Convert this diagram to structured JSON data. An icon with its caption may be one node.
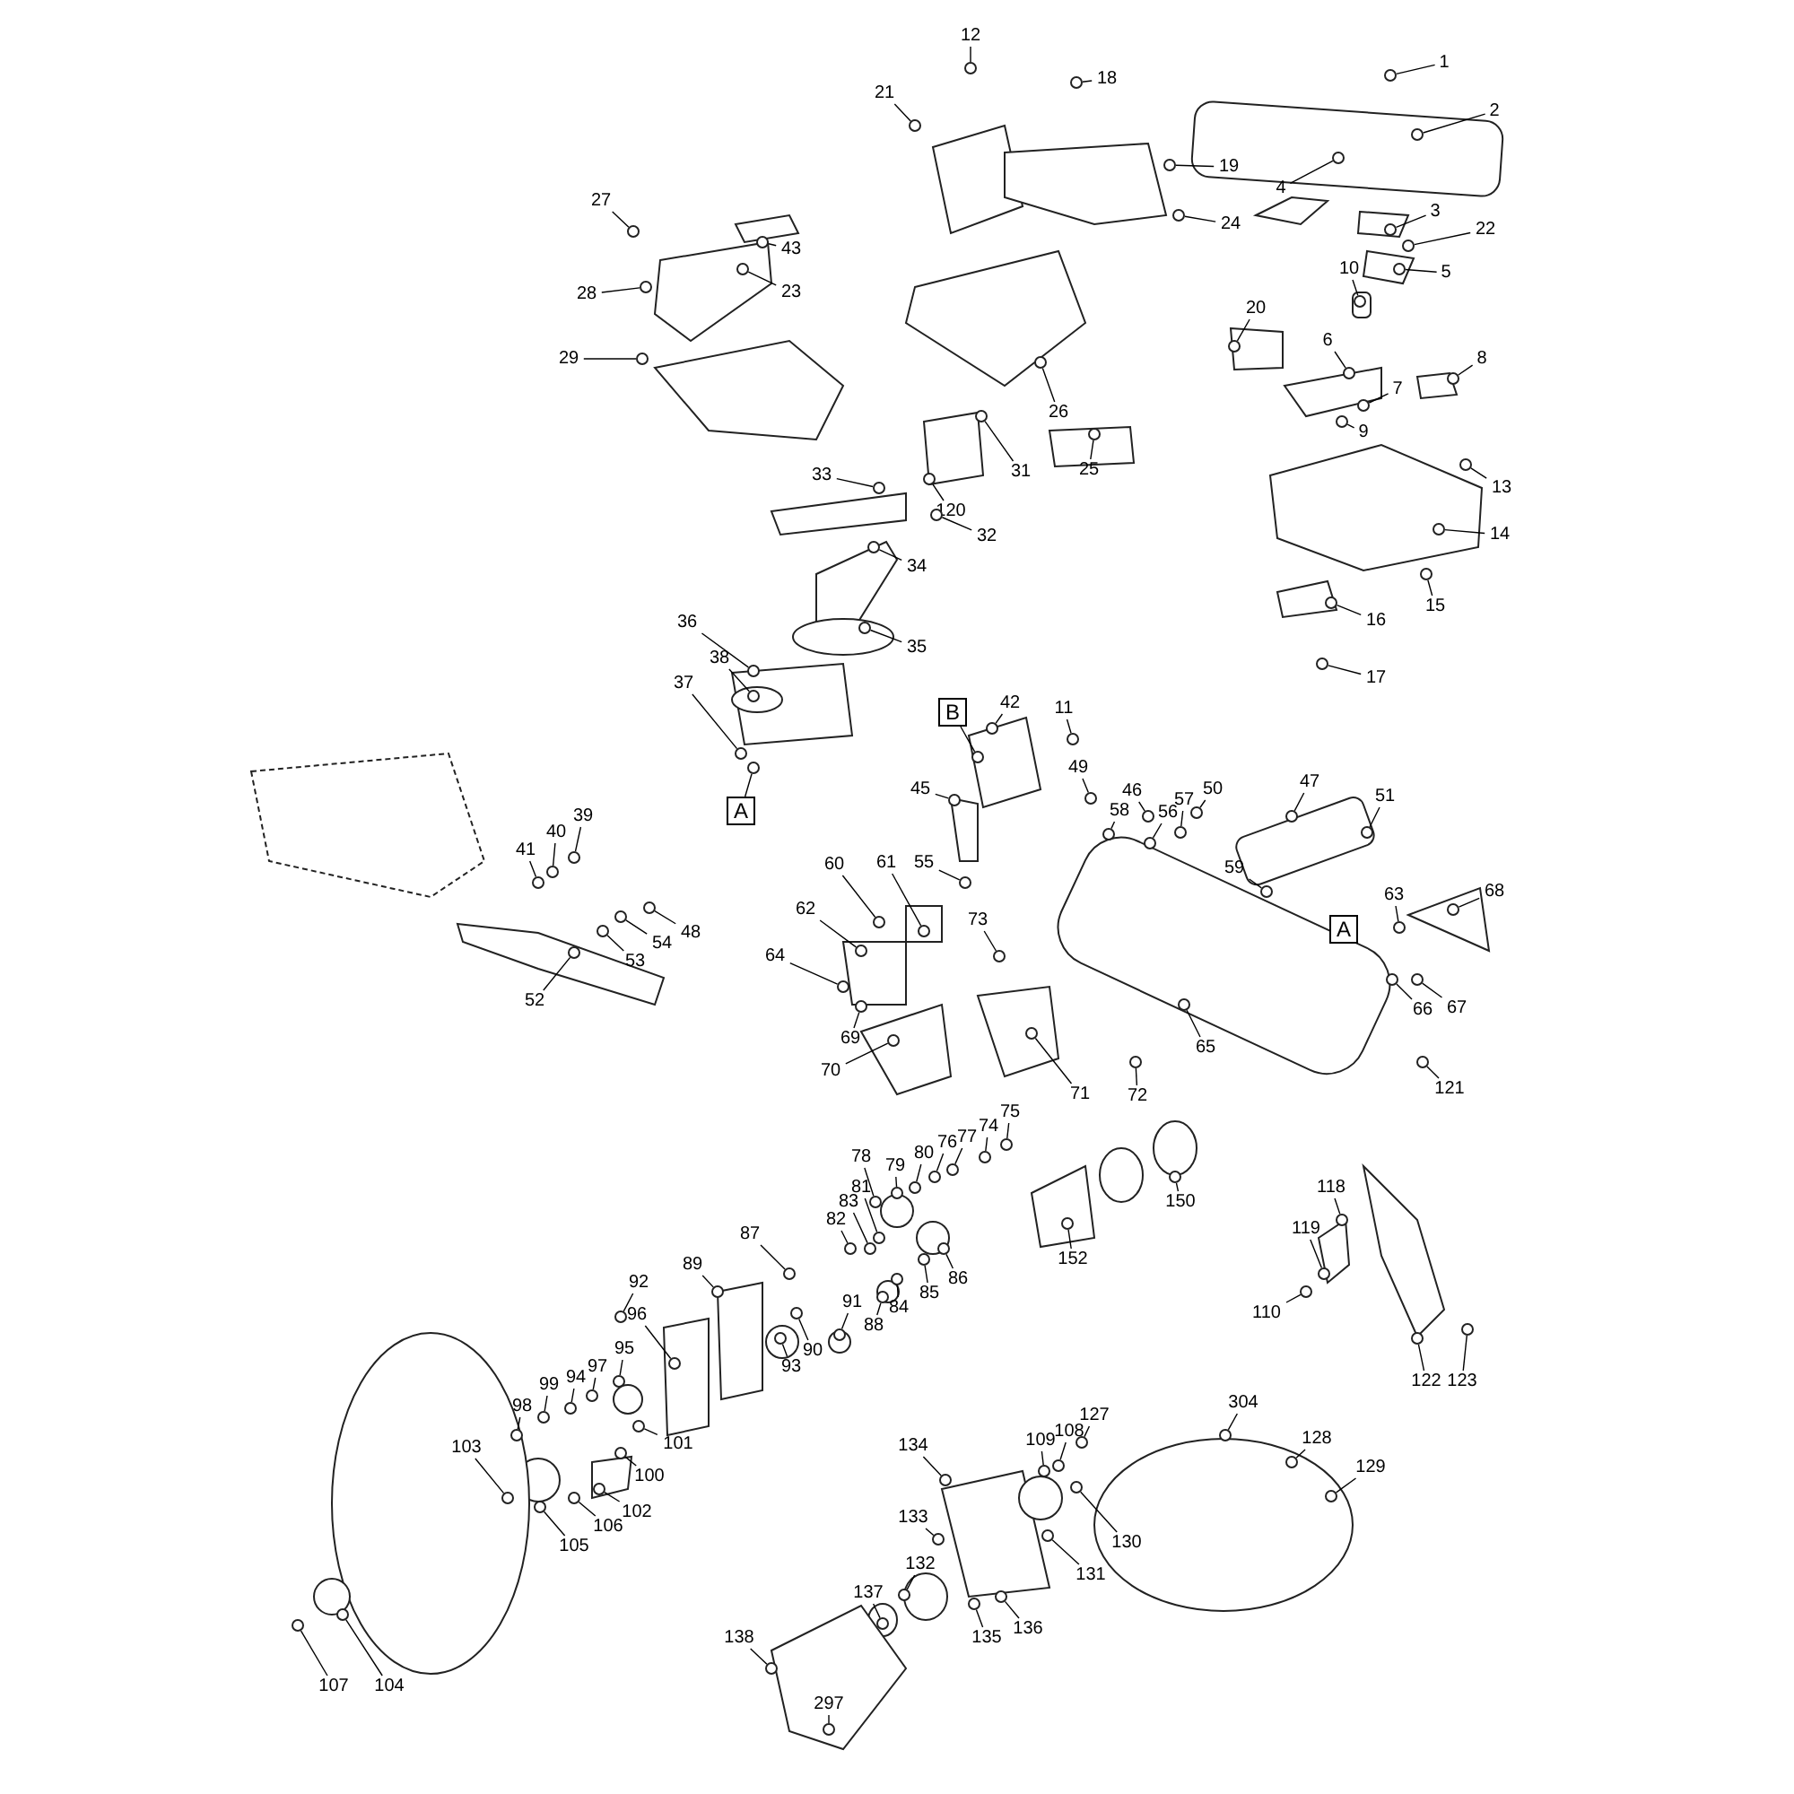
{
  "diagram": {
    "nodes": [
      {
        "text": [
          "1"
        ]
      },
      {
        "text": [
          "2"
        ]
      },
      {
        "text": [
          "3"
        ]
      },
      {
        "text": [
          "22"
        ]
      },
      {
        "text": [
          "5"
        ]
      },
      {
        "text": [
          "4"
        ]
      },
      {
        "text": [
          "10"
        ]
      },
      {
        "text": [
          "20"
        ]
      },
      {
        "text": [
          "6"
        ]
      },
      {
        "text": [
          "7"
        ]
      },
      {
        "text": [
          "8"
        ]
      },
      {
        "text": [
          "9"
        ]
      },
      {
        "text": [
          "13"
        ]
      },
      {
        "text": [
          "14"
        ]
      },
      {
        "text": [
          "15"
        ]
      },
      {
        "text": [
          "16"
        ]
      },
      {
        "text": [
          "17"
        ]
      },
      {
        "text": [
          "12"
        ]
      },
      {
        "text": [
          "21"
        ]
      },
      {
        "text": [
          "18"
        ]
      },
      {
        "text": [
          "19"
        ]
      },
      {
        "text": [
          "24"
        ]
      },
      {
        "text": [
          "26"
        ]
      },
      {
        "text": [
          "25"
        ]
      },
      {
        "text": [
          "31"
        ]
      },
      {
        "text": [
          "120"
        ]
      },
      {
        "text": [
          "32"
        ]
      },
      {
        "text": [
          "33"
        ]
      },
      {
        "text": [
          "27"
        ]
      },
      {
        "text": [
          "43"
        ]
      },
      {
        "text": [
          "28"
        ]
      },
      {
        "text": [
          "23"
        ]
      },
      {
        "text": [
          "29"
        ]
      },
      {
        "text": [
          "34"
        ]
      },
      {
        "text": [
          "35"
        ]
      },
      {
        "text": [
          "36"
        ]
      },
      {
        "text": [
          "38"
        ]
      },
      {
        "text": [
          "37"
        ]
      },
      {
        "text": [
          "A"
        ]
      },
      {
        "text": [
          "B"
        ]
      },
      {
        "text": [
          "42"
        ]
      },
      {
        "text": [
          "11"
        ]
      },
      {
        "text": [
          "45"
        ]
      },
      {
        "text": [
          "49"
        ]
      },
      {
        "text": [
          "46"
        ]
      },
      {
        "text": [
          "58"
        ]
      },
      {
        "text": [
          "56"
        ]
      },
      {
        "text": [
          "57"
        ]
      },
      {
        "text": [
          "50"
        ]
      },
      {
        "text": [
          "47"
        ]
      },
      {
        "text": [
          "51"
        ]
      },
      {
        "text": [
          "55"
        ]
      },
      {
        "text": [
          "59"
        ]
      },
      {
        "text": [
          "A"
        ]
      },
      {
        "text": [
          "68"
        ]
      },
      {
        "text": [
          "63"
        ]
      },
      {
        "text": [
          "67"
        ]
      },
      {
        "text": [
          "66"
        ]
      },
      {
        "text": [
          "121"
        ]
      },
      {
        "text": [
          "65"
        ]
      },
      {
        "text": [
          "72"
        ]
      },
      {
        "text": [
          "60"
        ]
      },
      {
        "text": [
          "61"
        ]
      },
      {
        "text": [
          "73"
        ]
      },
      {
        "text": [
          "62"
        ]
      },
      {
        "text": [
          "64"
        ]
      },
      {
        "text": [
          "69"
        ]
      },
      {
        "text": [
          "70"
        ]
      },
      {
        "text": [
          "71"
        ]
      },
      {
        "text": [
          "39"
        ]
      },
      {
        "text": [
          "40"
        ]
      },
      {
        "text": [
          "41"
        ]
      },
      {
        "text": [
          "48"
        ]
      },
      {
        "text": [
          "54"
        ]
      },
      {
        "text": [
          "53"
        ]
      },
      {
        "text": [
          "52"
        ]
      },
      {
        "text": [
          "75"
        ]
      },
      {
        "text": [
          "74"
        ]
      },
      {
        "text": [
          "77"
        ]
      },
      {
        "text": [
          "76"
        ]
      },
      {
        "text": [
          "80"
        ]
      },
      {
        "text": [
          "79"
        ]
      },
      {
        "text": [
          "78"
        ]
      },
      {
        "text": [
          "81"
        ]
      },
      {
        "text": [
          "83"
        ]
      },
      {
        "text": [
          "82"
        ]
      },
      {
        "text": [
          "87"
        ]
      },
      {
        "text": [
          "89"
        ]
      },
      {
        "text": [
          "150"
        ]
      },
      {
        "text": [
          "152"
        ]
      },
      {
        "text": [
          "86"
        ]
      },
      {
        "text": [
          "85"
        ]
      },
      {
        "text": [
          "84"
        ]
      },
      {
        "text": [
          "88"
        ]
      },
      {
        "text": [
          "91"
        ]
      },
      {
        "text": [
          "90"
        ]
      },
      {
        "text": [
          "93"
        ]
      },
      {
        "text": [
          "92"
        ]
      },
      {
        "text": [
          "96"
        ]
      },
      {
        "text": [
          "95"
        ]
      },
      {
        "text": [
          "97"
        ]
      },
      {
        "text": [
          "94"
        ]
      },
      {
        "text": [
          "99"
        ]
      },
      {
        "text": [
          "98"
        ]
      },
      {
        "text": [
          "101"
        ]
      },
      {
        "text": [
          "100"
        ]
      },
      {
        "text": [
          "102"
        ]
      },
      {
        "text": [
          "103"
        ]
      },
      {
        "text": [
          "106"
        ]
      },
      {
        "text": [
          "105"
        ]
      },
      {
        "text": [
          "118"
        ]
      },
      {
        "text": [
          "119"
        ]
      },
      {
        "text": [
          "110"
        ]
      },
      {
        "text": [
          "122"
        ]
      },
      {
        "text": [
          "123"
        ]
      },
      {
        "text": [
          "304"
        ]
      },
      {
        "text": [
          "128"
        ]
      },
      {
        "text": [
          "129"
        ]
      },
      {
        "text": [
          "127"
        ]
      },
      {
        "text": [
          "108"
        ]
      },
      {
        "text": [
          "109"
        ]
      },
      {
        "text": [
          "134"
        ]
      },
      {
        "text": [
          "133"
        ]
      },
      {
        "text": [
          "132"
        ]
      },
      {
        "text": [
          "130"
        ]
      },
      {
        "text": [
          "131"
        ]
      },
      {
        "text": [
          "137"
        ]
      },
      {
        "text": [
          "135"
        ]
      },
      {
        "text": [
          "136"
        ]
      },
      {
        "text": [
          "138"
        ]
      },
      {
        "text": [
          "297"
        ]
      },
      {
        "text": [
          "107"
        ]
      },
      {
        "text": [
          "104"
        ]
      },
      {
        "text": [],
        "shape": "circle"
      },
      {
        "text": [],
        "shape": "circle"
      },
      {
        "text": [],
        "shape": "circle"
      },
      {
        "text": [],
        "shape": "circle"
      },
      {
        "text": [],
        "shape": "circle"
      },
      {
        "text": [],
        "shape": "circle"
      },
      {
        "text": [],
        "shape": "circle"
      },
      {
        "text": [],
        "shape": "circle"
      },
      {
        "text": [],
        "shape": "circle"
      },
      {
        "text": [],
        "shape": "circle"
      },
      {
        "text": [],
        "shape": "circle"
      },
      {
        "text": [],
        "shape": "circle"
      },
      {
        "text": [],
        "shape": "circle"
      },
      {
        "text": [],
        "shape": "circle"
      },
      {
        "text": [],
        "shape": "circle"
      },
      {
        "text": [],
        "shape": "circle"
      },
      {
        "text": [],
        "shape": "circle"
      },
      {
        "text": [],
        "shape": "circle"
      },
      {
        "text": [],
        "shape": "circle"
      },
      {
        "text": [],
        "shape": "circle"
      },
      {
        "text": [],
        "shape": "circle"
      },
      {
        "text": [],
        "shape": "circle"
      },
      {
        "text": [],
        "shape": "circle"
      },
      {
        "text": [],
        "shape": "circle"
      },
      {
        "text": [],
        "shape": "circle"
      },
      {
        "text": [],
        "shape": "circle"
      },
      {
        "text": [],
        "shape": "circle"
      },
      {
        "text": [],
        "shape": "circle"
      },
      {
        "text": [],
        "shape": "circle"
      },
      {
        "text": [],
        "shape": "circle"
      },
      {
        "text": [],
        "shape": "circle"
      },
      {
        "text": [],
        "shape": "circle"
      },
      {
        "text": [],
        "shape": "circle"
      },
      {
        "text": [],
        "shape": "circle"
      },
      {
        "text": [],
        "shape": "circle"
      },
      {
        "text": [],
        "shape": "circle"
      },
      {
        "text": [],
        "shape": "circle"
      },
      {
        "text": [],
        "shape": "circle"
      },
      {
        "text": [],
        "shape": "circle"
      },
      {
        "text": [],
        "shape": "circle"
      },
      {
        "text": [],
        "shape": "circle"
      },
      {
        "text": [],
        "shape": "circle"
      },
      {
        "text": [],
        "shape": "circle"
      },
      {
        "text": [],
        "shape": "circle"
      },
      {
        "text": [],
        "shape": "circle"
      },
      {
        "text": [],
        "shape": "circle"
      },
      {
        "text": [],
        "shape": "circle"
      },
      {
        "text": [],
        "shape": "circle"
      },
      {
        "text": [],
        "shape": "circle"
      },
      {
        "text": [],
        "shape": "circle"
      },
      {
        "text": [],
        "shape": "circle"
      },
      {
        "text": [],
        "shape": "circle"
      },
      {
        "text": [],
        "shape": "circle"
      },
      {
        "text": [],
        "shape": "circle"
      },
      {
        "text": [],
        "shape": "circle"
      },
      {
        "text": [],
        "shape": "circle"
      },
      {
        "text": [],
        "shape": "circle"
      },
      {
        "text": [],
        "shape": "circle"
      },
      {
        "text": [],
        "shape": "circle"
      },
      {
        "text": [],
        "shape": "circle"
      },
      {
        "text": [],
        "shape": "circle"
      },
      {
        "text": [],
        "shape": "circle"
      },
      {
        "text": [],
        "shape": "circle"
      },
      {
        "text": [],
        "shape": "circle"
      },
      {
        "text": [],
        "shape": "circle"
      },
      {
        "text": [],
        "shape": "circle"
      },
      {
        "text": [],
        "shape": "circle"
      },
      {
        "text": [],
        "shape": "circle"
      },
      {
        "text": [],
        "shape": "circle"
      },
      {
        "text": [],
        "shape": "circle"
      },
      {
        "text": [],
        "shape": "circle"
      },
      {
        "text": [],
        "shape": "circle"
      },
      {
        "text": [],
        "shape": "circle"
      },
      {
        "text": [],
        "shape": "circle"
      },
      {
        "text": [],
        "shape": "circle"
      },
      {
        "text": [],
        "shape": "circle"
      },
      {
        "text": [],
        "shape": "circle"
      },
      {
        "text": [],
        "shape": "circle"
      },
      {
        "text": [],
        "shape": "circle"
      },
      {
        "text": [],
        "shape": "circle"
      },
      {
        "text": [],
        "shape": "circle"
      },
      {
        "text": [],
        "shape": "circle"
      },
      {
        "text": [],
        "shape": "circle"
      },
      {
        "text": [],
        "shape": "circle"
      },
      {
        "text": [],
        "shape": "circle"
      },
      {
        "text": [],
        "shape": "circle"
      },
      {
        "text": [],
        "shape": "circle"
      },
      {
        "text": [],
        "shape": "circle"
      },
      {
        "text": [],
        "shape": "circle"
      },
      {
        "text": [],
        "shape": "circle"
      },
      {
        "text": [],
        "shape": "circle"
      },
      {
        "text": [],
        "shape": "circle"
      },
      {
        "text": [],
        "shape": "circle"
      },
      {
        "text": [],
        "shape": "circle"
      },
      {
        "text": [],
        "shape": "circle"
      },
      {
        "text": [],
        "shape": "circle"
      },
      {
        "text": [],
        "shape": "circle"
      },
      {
        "text": [],
        "shape": "circle"
      },
      {
        "text": [],
        "shape": "circle"
      },
      {
        "text": [],
        "shape": "circle"
      },
      {
        "text": [],
        "shape": "circle"
      },
      {
        "text": [],
        "shape": "circle"
      },
      {
        "text": [],
        "shape": "circle"
      },
      {
        "text": [],
        "shape": "circle"
      },
      {
        "text": [],
        "shape": "circle"
      },
      {
        "text": [],
        "shape": "circle"
      },
      {
        "text": [],
        "shape": "circle"
      },
      {
        "text": [],
        "shape": "circle"
      },
      {
        "text": [],
        "shape": "circle"
      },
      {
        "text": [],
        "shape": "circle"
      },
      {
        "text": [],
        "shape": "circle"
      },
      {
        "text": [],
        "shape": "circle"
      },
      {
        "text": [],
        "shape": "circle"
      },
      {
        "text": [],
        "shape": "circle"
      },
      {
        "text": [],
        "shape": "circle"
      },
      {
        "text": [],
        "shape": "circle"
      },
      {
        "text": [],
        "shape": "circle"
      },
      {
        "text": [],
        "shape": "circle"
      },
      {
        "text": [],
        "shape": "circle"
      },
      {
        "text": [],
        "shape": "circle"
      },
      {
        "text": [],
        "shape": "circle"
      },
      {
        "text": [],
        "shape": "circle"
      },
      {
        "text": [],
        "shape": "circle"
      },
      {
        "text": [],
        "shape": "circle"
      },
      {
        "text": [],
        "shape": "circle"
      },
      {
        "text": [],
        "shape": "circle"
      },
      {
        "text": [],
        "shape": "circle"
      },
      {
        "text": [],
        "shape": "circle"
      },
      {
        "text": [],
        "shape": "circle"
      },
      {
        "text": [],
        "shape": "circle"
      },
      {
        "text": [],
        "shape": "circle"
      },
      {
        "text": [],
        "shape": "circle"
      }
    ],
    "edges": [
      {
        "from": 0,
        "to": 133,
        "arrow": "none"
      },
      {
        "from": 1,
        "to": 134,
        "arrow": "none"
      },
      {
        "from": 2,
        "to": 135,
        "arrow": "none"
      },
      {
        "from": 3,
        "to": 136,
        "arrow": "none"
      },
      {
        "from": 4,
        "to": 137,
        "arrow": "none"
      },
      {
        "from": 5,
        "to": 138,
        "arrow": "none"
      },
      {
        "from": 6,
        "to": 139,
        "arrow": "none"
      },
      {
        "from": 7,
        "to": 140,
        "arrow": "none"
      },
      {
        "from": 8,
        "to": 141,
        "arrow": "none"
      },
      {
        "from": 9,
        "to": 142,
        "arrow": "none"
      },
      {
        "from": 10,
        "to": 143,
        "arrow": "none"
      },
      {
        "from": 11,
        "to": 144,
        "arrow": "none"
      },
      {
        "from": 12,
        "to": 145,
        "arrow": "none"
      },
      {
        "from": 13,
        "to": 146,
        "arrow": "none"
      },
      {
        "from": 14,
        "to": 147,
        "arrow": "none"
      },
      {
        "from": 15,
        "to": 148,
        "arrow": "none"
      },
      {
        "from": 16,
        "to": 149,
        "arrow": "none"
      },
      {
        "from": 17,
        "to": 150,
        "arrow": "none"
      },
      {
        "from": 18,
        "to": 151,
        "arrow": "none"
      },
      {
        "from": 19,
        "to": 152,
        "arrow": "none"
      },
      {
        "from": 20,
        "to": 153,
        "arrow": "none"
      },
      {
        "from": 21,
        "to": 154,
        "arrow": "none"
      },
      {
        "from": 22,
        "to": 155,
        "arrow": "none"
      },
      {
        "from": 23,
        "to": 156,
        "arrow": "none"
      },
      {
        "from": 24,
        "to": 157,
        "arrow": "none"
      },
      {
        "from": 25,
        "to": 158,
        "arrow": "none"
      },
      {
        "from": 26,
        "to": 159,
        "arrow": "none"
      },
      {
        "from": 27,
        "to": 160,
        "arrow": "none"
      },
      {
        "from": 28,
        "to": 161,
        "arrow": "none"
      },
      {
        "from": 29,
        "to": 162,
        "arrow": "none"
      },
      {
        "from": 30,
        "to": 163,
        "arrow": "none"
      },
      {
        "from": 31,
        "to": 164,
        "arrow": "none"
      },
      {
        "from": 32,
        "to": 165,
        "arrow": "none"
      },
      {
        "from": 33,
        "to": 166,
        "arrow": "none"
      },
      {
        "from": 34,
        "to": 167,
        "arrow": "none"
      },
      {
        "from": 35,
        "to": 168,
        "arrow": "none"
      },
      {
        "from": 36,
        "to": 169,
        "arrow": "none"
      },
      {
        "from": 37,
        "to": 170,
        "arrow": "none"
      },
      {
        "from": 38,
        "to": 171,
        "arrow": "none"
      },
      {
        "from": 39,
        "to": 172,
        "arrow": "none"
      },
      {
        "from": 40,
        "to": 173,
        "arrow": "none"
      },
      {
        "from": 41,
        "to": 174,
        "arrow": "none"
      },
      {
        "from": 42,
        "to": 175,
        "arrow": "none"
      },
      {
        "from": 43,
        "to": 176,
        "arrow": "none"
      },
      {
        "from": 44,
        "to": 177,
        "arrow": "none"
      },
      {
        "from": 45,
        "to": 178,
        "arrow": "none"
      },
      {
        "from": 46,
        "to": 179,
        "arrow": "none"
      },
      {
        "from": 47,
        "to": 180,
        "arrow": "none"
      },
      {
        "from": 48,
        "to": 181,
        "arrow": "none"
      },
      {
        "from": 49,
        "to": 182,
        "arrow": "none"
      },
      {
        "from": 50,
        "to": 183,
        "arrow": "none"
      },
      {
        "from": 51,
        "to": 184,
        "arrow": "none"
      },
      {
        "from": 52,
        "to": 185,
        "arrow": "none"
      },
      {
        "from": 54,
        "to": 186,
        "arrow": "none"
      },
      {
        "from": 55,
        "to": 187,
        "arrow": "none"
      },
      {
        "from": 56,
        "to": 188,
        "arrow": "none"
      },
      {
        "from": 57,
        "to": 189,
        "arrow": "none"
      },
      {
        "from": 58,
        "to": 190,
        "arrow": "none"
      },
      {
        "from": 59,
        "to": 191,
        "arrow": "none"
      },
      {
        "from": 60,
        "to": 192,
        "arrow": "none"
      },
      {
        "from": 61,
        "to": 193,
        "arrow": "none"
      },
      {
        "from": 62,
        "to": 194,
        "arrow": "none"
      },
      {
        "from": 63,
        "to": 195,
        "arrow": "none"
      },
      {
        "from": 64,
        "to": 196,
        "arrow": "none"
      },
      {
        "from": 65,
        "to": 197,
        "arrow": "none"
      },
      {
        "from": 66,
        "to": 198,
        "arrow": "none"
      },
      {
        "from": 67,
        "to": 199,
        "arrow": "none"
      },
      {
        "from": 68,
        "to": 200,
        "arrow": "none"
      },
      {
        "from": 69,
        "to": 201,
        "arrow": "none"
      },
      {
        "from": 70,
        "to": 202,
        "arrow": "none"
      },
      {
        "from": 71,
        "to": 203,
        "arrow": "none"
      },
      {
        "from": 72,
        "to": 204,
        "arrow": "none"
      },
      {
        "from": 73,
        "to": 205,
        "arrow": "none"
      },
      {
        "from": 74,
        "to": 206,
        "arrow": "none"
      },
      {
        "from": 75,
        "to": 207,
        "arrow": "none"
      },
      {
        "from": 76,
        "to": 208,
        "arrow": "none"
      },
      {
        "from": 77,
        "to": 209,
        "arrow": "none"
      },
      {
        "from": 78,
        "to": 210,
        "arrow": "none"
      },
      {
        "from": 79,
        "to": 211,
        "arrow": "none"
      },
      {
        "from": 80,
        "to": 212,
        "arrow": "none"
      },
      {
        "from": 81,
        "to": 213,
        "arrow": "none"
      },
      {
        "from": 82,
        "to": 214,
        "arrow": "none"
      },
      {
        "from": 83,
        "to": 215,
        "arrow": "none"
      },
      {
        "from": 84,
        "to": 216,
        "arrow": "none"
      },
      {
        "from": 85,
        "to": 217,
        "arrow": "none"
      },
      {
        "from": 86,
        "to": 218,
        "arrow": "none"
      },
      {
        "from": 87,
        "to": 219,
        "arrow": "none"
      },
      {
        "from": 88,
        "to": 220,
        "arrow": "none"
      },
      {
        "from": 89,
        "to": 221,
        "arrow": "none"
      },
      {
        "from": 90,
        "to": 222,
        "arrow": "none"
      },
      {
        "from": 91,
        "to": 223,
        "arrow": "none"
      },
      {
        "from": 92,
        "to": 224,
        "arrow": "none"
      },
      {
        "from": 93,
        "to": 225,
        "arrow": "none"
      },
      {
        "from": 94,
        "to": 226,
        "arrow": "none"
      },
      {
        "from": 95,
        "to": 227,
        "arrow": "none"
      },
      {
        "from": 96,
        "to": 228,
        "arrow": "none"
      },
      {
        "from": 97,
        "to": 229,
        "arrow": "none"
      },
      {
        "from": 98,
        "to": 230,
        "arrow": "none"
      },
      {
        "from": 99,
        "to": 231,
        "arrow": "none"
      },
      {
        "from": 100,
        "to": 232,
        "arrow": "none"
      },
      {
        "from": 101,
        "to": 233,
        "arrow": "none"
      },
      {
        "from": 102,
        "to": 234,
        "arrow": "none"
      },
      {
        "from": 103,
        "to": 235,
        "arrow": "none"
      },
      {
        "from": 104,
        "to": 236,
        "arrow": "none"
      },
      {
        "from": 105,
        "to": 237,
        "arrow": "none"
      },
      {
        "from": 106,
        "to": 238,
        "arrow": "none"
      },
      {
        "from": 107,
        "to": 239,
        "arrow": "none"
      },
      {
        "from": 108,
        "to": 240,
        "arrow": "none"
      },
      {
        "from": 109,
        "to": 241,
        "arrow": "none"
      },
      {
        "from": 110,
        "to": 242,
        "arrow": "none"
      },
      {
        "from": 111,
        "to": 243,
        "arrow": "none"
      },
      {
        "from": 112,
        "to": 244,
        "arrow": "none"
      },
      {
        "from": 113,
        "to": 245,
        "arrow": "none"
      },
      {
        "from": 114,
        "to": 246,
        "arrow": "none"
      },
      {
        "from": 115,
        "to": 247,
        "arrow": "none"
      },
      {
        "from": 116,
        "to": 248,
        "arrow": "none"
      },
      {
        "from": 117,
        "to": 249,
        "arrow": "none"
      },
      {
        "from": 118,
        "to": 250,
        "arrow": "none"
      },
      {
        "from": 119,
        "to": 251,
        "arrow": "none"
      },
      {
        "from": 120,
        "to": 252,
        "arrow": "none"
      },
      {
        "from": 121,
        "to": 253,
        "arrow": "none"
      },
      {
        "from": 122,
        "to": 254,
        "arrow": "none"
      },
      {
        "from": 123,
        "to": 255,
        "arrow": "none"
      },
      {
        "from": 124,
        "to": 256,
        "arrow": "none"
      },
      {
        "from": 125,
        "to": 257,
        "arrow": "none"
      },
      {
        "from": 126,
        "to": 258,
        "arrow": "none"
      },
      {
        "from": 127,
        "to": 259,
        "arrow": "none"
      },
      {
        "from": 128,
        "to": 260,
        "arrow": "none"
      },
      {
        "from": 129,
        "to": 261,
        "arrow": "none"
      },
      {
        "from": 130,
        "to": 262,
        "arrow": "none"
      },
      {
        "from": 131,
        "to": 263,
        "arrow": "none"
      },
      {
        "from": 132,
        "to": 264,
        "arrow": "none"
      }
    ]
  }
}
